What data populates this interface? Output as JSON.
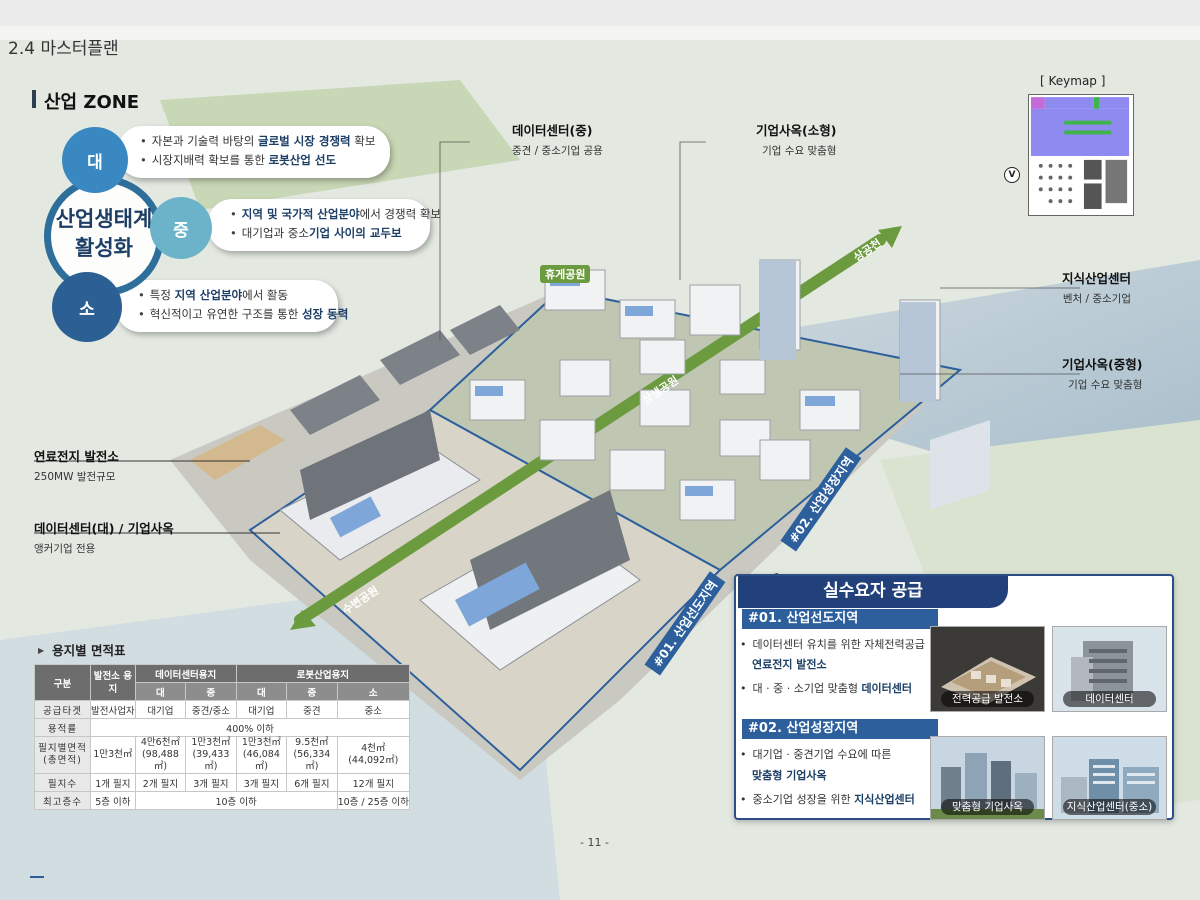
{
  "header": {
    "section": "2.4 마스터플랜",
    "zone": "산업 ZONE"
  },
  "ecosystem": {
    "title_line1": "산업생태계",
    "title_line2": "활성화",
    "large": {
      "badge": "대",
      "l1_pre": "자본과 기술력 바탕의 ",
      "l1_bold": "글로벌 시장 경쟁력",
      "l1_post": " 확보",
      "l2_pre": "시장지배력 확보를 통한 ",
      "l2_bold": "로봇산업 선도",
      "l2_post": ""
    },
    "mid": {
      "badge": "중",
      "l1_pre": "",
      "l1_bold": "지역 및 국가적 산업분야",
      "l1_post": "에서 경쟁력 확보",
      "l2_pre": "대기업과 중소",
      "l2_bold": "기업 사이의 교두보",
      "l2_post": ""
    },
    "small": {
      "badge": "소",
      "l1_pre": "특정 ",
      "l1_bold": "지역 산업분야",
      "l1_post": "에서 활동",
      "l2_pre": "혁신적이고 유연한 구조를 통한 ",
      "l2_bold": "성장 동력",
      "l2_post": ""
    }
  },
  "labels": {
    "dc_mid": {
      "title": "데이터센터(중)",
      "sub": "중견 / 중소기업 공용"
    },
    "office_small": {
      "title": "기업사옥(소형)",
      "sub": "기업 수요 맞춤형"
    },
    "knowledge": {
      "title": "지식산업센터",
      "sub": "벤처 / 중소기업"
    },
    "office_mid": {
      "title": "기업사옥(중형)",
      "sub": "기업 수요 맞춤형"
    },
    "fuel": {
      "title": "연료전지 발전소",
      "sub": "250MW 발전규모"
    },
    "dc_large": {
      "title": "데이터센터(대) / 기업사옥",
      "sub": "앵커기업 전용"
    }
  },
  "map_labels": {
    "rest_park": "휴게공원",
    "sangsaeng_park": "상생공원",
    "waterfront_park": "수변공원",
    "sanggongcheon": "상공천",
    "zone01": "#01. 산업선도지역",
    "zone02": "#02. 산업성장지역"
  },
  "keymap": {
    "title": "[ Keymap ]",
    "view": "V"
  },
  "supply": {
    "title": "실수요자 공급",
    "zone01": {
      "tag": "#01. 산업선도지역",
      "l1": "데이터센터 유치를 위한 자체전력공급",
      "l2_bold": "연료전지 발전소",
      "l3_pre": "대 · 중 · 소기업 맞춤형 ",
      "l3_bold": "데이터센터",
      "photo1": "전력공급 발전소",
      "photo2": "데이터센터"
    },
    "zone02": {
      "tag": "#02. 산업성장지역",
      "l1": "대기업 · 중견기업 수요에 따른",
      "l2_bold": "맞춤형 기업사옥",
      "l3_pre": "중소기업 성장을 위한 ",
      "l3_bold": "지식산업센터",
      "photo1": "맞춤형 기업사옥",
      "photo2": "지식산업센터(중소)"
    }
  },
  "table": {
    "heading": "용지별 면적표",
    "h_gubun": "구분",
    "h_plant": "발전소 용지",
    "h_dc": "데이터센터용지",
    "h_robot": "로봇산업용지",
    "sub": [
      "대",
      "중",
      "대",
      "중",
      "소"
    ],
    "rows": [
      {
        "label": "공급타겟",
        "cells": [
          "발전사업자",
          "대기업",
          "중견/중소",
          "대기업",
          "중견",
          "중소"
        ]
      },
      {
        "label": "용적률",
        "merged": "400% 이하"
      },
      {
        "label": "필지별면적\n(총면적)",
        "cells": [
          "1만3천㎡",
          "4만6천㎡\n(98,488㎡)",
          "1만3천㎡\n(39,433㎡)",
          "1만3천㎡\n(46,084㎡)",
          "9.5천㎡\n(56,334㎡)",
          "4천㎡\n(44,092㎡)"
        ]
      },
      {
        "label": "필지수",
        "cells": [
          "1개 필지",
          "2개 필지",
          "3개 필지",
          "3개 필지",
          "6개 필지",
          "12개 필지"
        ]
      },
      {
        "label": "최고층수",
        "first": "5층 이하",
        "merged": "10층 이하",
        "last": "10층 / 25층 이하"
      }
    ]
  },
  "page": "- 11 -",
  "colors": {
    "navy": "#22407a",
    "blue": "#2c5f9c",
    "teal": "#6bb3c9",
    "green": "#6c9a3e"
  }
}
